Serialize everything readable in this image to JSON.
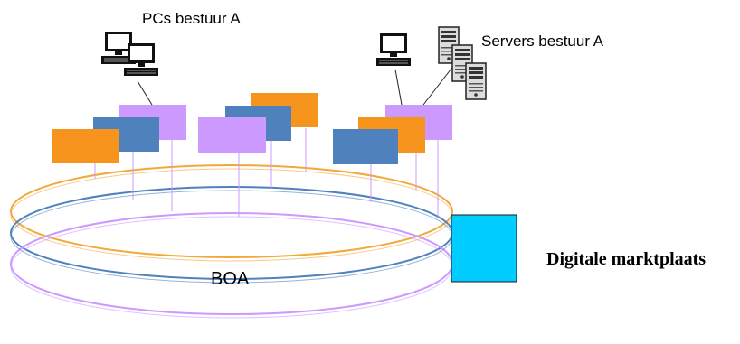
{
  "labels": {
    "pcs": "PCs bestuur A",
    "servers": "Servers bestuur A",
    "boa": "BOA",
    "marketplace": "Digitale marktplaats"
  },
  "colors": {
    "orange": "#f7941d",
    "blue": "#4f81bd",
    "violet": "#cc99ff",
    "cyan": "#00ccff",
    "ring_orange": "#f2a93b",
    "ring_blue": "#4f81bd",
    "ring_violet": "#cc99ff"
  },
  "icons": {
    "pc": "desktop-computer-icon",
    "server": "server-tower-icon"
  }
}
